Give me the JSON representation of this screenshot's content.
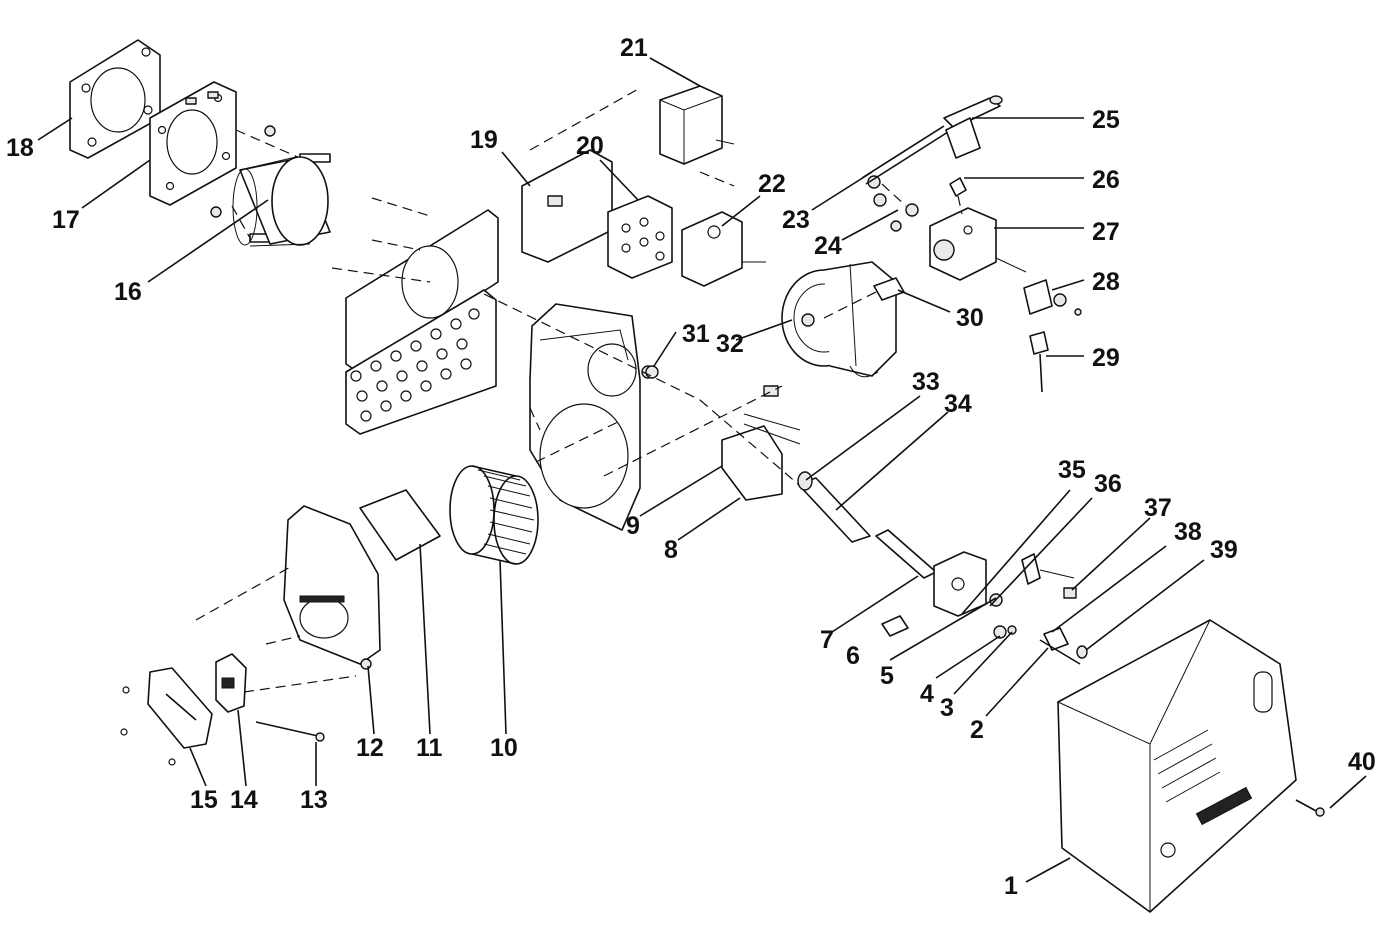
{
  "diagram": {
    "labels": [
      "1",
      "2",
      "3",
      "4",
      "5",
      "6",
      "7",
      "8",
      "9",
      "10",
      "11",
      "12",
      "13",
      "14",
      "15",
      "16",
      "17",
      "18",
      "19",
      "20",
      "21",
      "22",
      "23",
      "24",
      "25",
      "26",
      "27",
      "28",
      "29",
      "30",
      "31",
      "32",
      "33",
      "34",
      "35",
      "36",
      "37",
      "38",
      "39",
      "40"
    ]
  }
}
